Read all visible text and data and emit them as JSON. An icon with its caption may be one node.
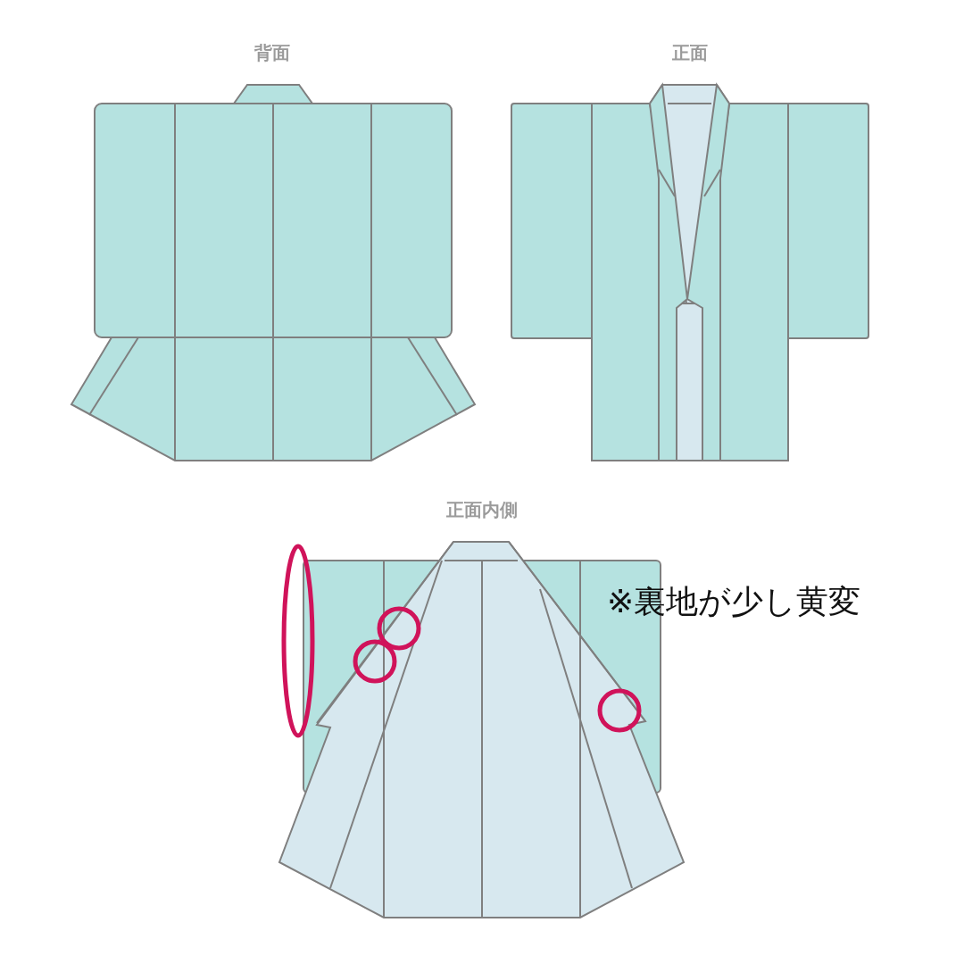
{
  "diagram": {
    "nodes": [
      {
        "text": [],
        "shape": "ellipse"
      },
      {
        "text": [],
        "shape": "circle"
      },
      {
        "text": [],
        "shape": "circle"
      },
      {
        "text": [],
        "shape": "circle"
      }
    ],
    "labels": [
      "背面",
      "正面",
      "正面内側",
      "※裏地が少し黄変"
    ]
  }
}
